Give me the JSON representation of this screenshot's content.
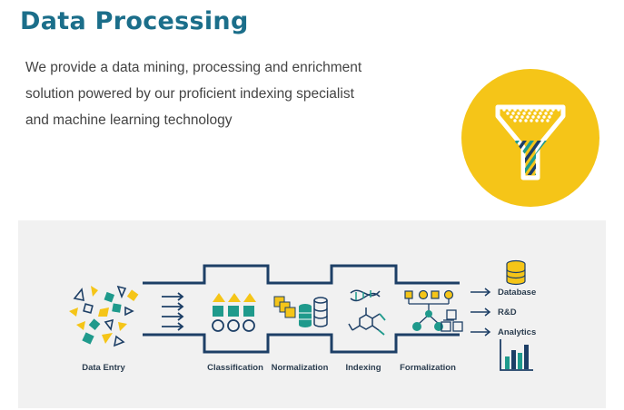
{
  "header": {
    "title": "Data Processing",
    "title_color": "#1b6e8a"
  },
  "intro": {
    "lines": [
      "We provide a data mining, processing and enrichment",
      "solution powered by our proficient indexing specialist",
      "and machine learning technology"
    ]
  },
  "badge": {
    "icon": "funnel-icon",
    "circle_color": "#f5c518"
  },
  "colors": {
    "teal": "#1f9a8c",
    "yellow": "#f5c518",
    "navy": "#1d3f66",
    "panel_bg": "#f1f1f1"
  },
  "pipeline": {
    "stages": [
      {
        "label": "Data Entry",
        "icon": "scattered-shapes-icon"
      },
      {
        "label": "Classification",
        "icon": "sorted-shapes-icon"
      },
      {
        "label": "Normalization",
        "icon": "stacked-blocks-icon"
      },
      {
        "label": "Indexing",
        "icon": "molecule-dna-icon"
      },
      {
        "label": "Formalization",
        "icon": "hierarchy-tree-icon"
      }
    ],
    "outputs": [
      {
        "label": "Database",
        "icon": "database-icon"
      },
      {
        "label": "R&D",
        "icon": ""
      },
      {
        "label": "Analytics",
        "icon": "bar-chart-icon"
      }
    ]
  }
}
